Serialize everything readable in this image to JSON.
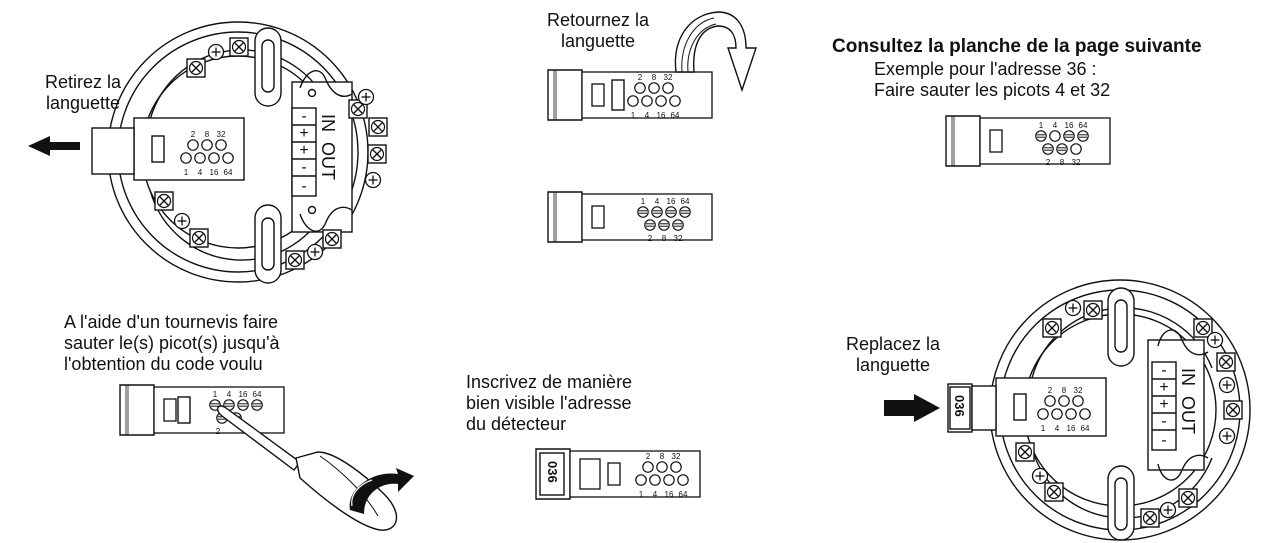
{
  "captions": {
    "remove_tab": "Retirez la\nlanguette",
    "flip_tab": "Retournez la\nlanguette",
    "consult_title": "Consultez la planche de la page suivante",
    "example": "Exemple pour l'adresse 36 :\nFaire sauter les picots 4 et 32",
    "screwdriver": "A l'aide d'un tournevis faire\nsauter le(s) picot(s) jusqu'à\nl'obtention du code voulu",
    "write_address": "Inscrivez de manière\nbien visible l'adresse\ndu détecteur",
    "replace_tab": "Replacez la\nlanguette"
  },
  "pin_labels": {
    "top": [
      "2",
      "8",
      "32"
    ],
    "bottom": [
      "1",
      "4",
      "16",
      "64"
    ]
  },
  "terminals": {
    "signs": [
      "-",
      "+",
      "+",
      "-",
      "-"
    ],
    "in": "IN",
    "out": "OUT"
  },
  "address_label": "036"
}
